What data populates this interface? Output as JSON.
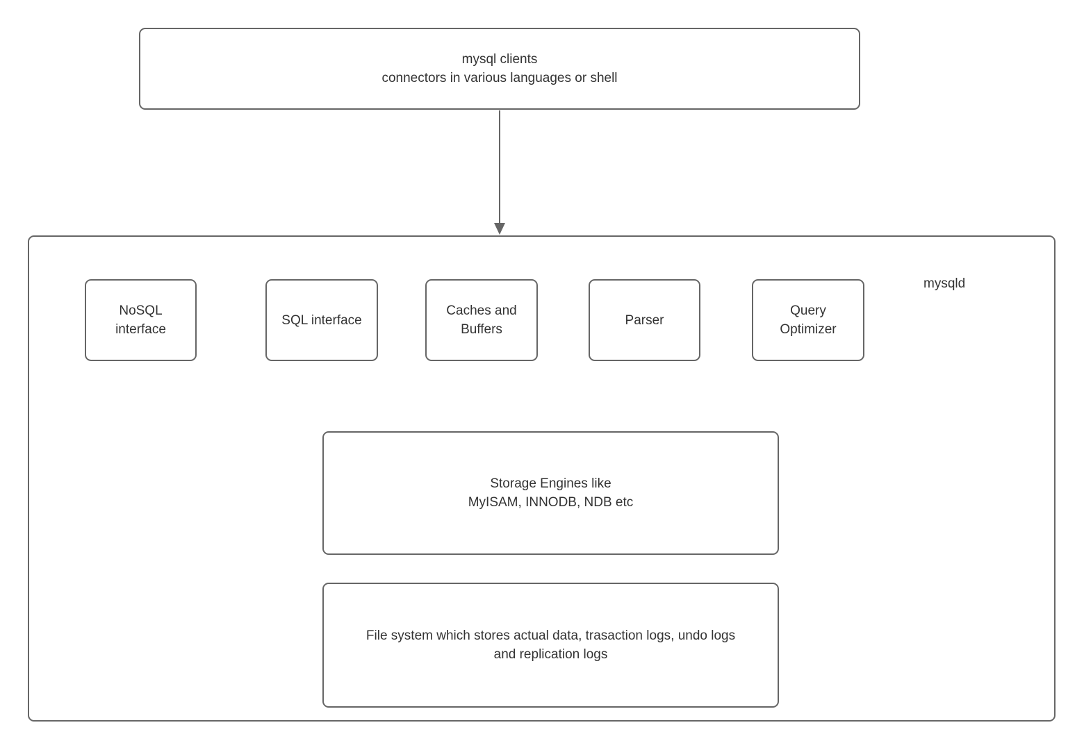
{
  "diagram": {
    "clients_box": {
      "label": "mysql clients\nconnectors in various languages or shell"
    },
    "arrow": {
      "from": "mysql clients",
      "to": "mysqld",
      "direction": "down"
    },
    "mysqld_label": "mysqld",
    "components": [
      {
        "id": "nosql-interface",
        "label": "NoSQL\ninterface"
      },
      {
        "id": "sql-interface",
        "label": "SQL interface"
      },
      {
        "id": "caches-and-buffers",
        "label": "Caches and\nBuffers"
      },
      {
        "id": "parser",
        "label": "Parser"
      },
      {
        "id": "query-optimizer",
        "label": "Query\nOptimizer"
      }
    ],
    "storage_box": {
      "label": "Storage Engines like\nMyISAM, INNODB, NDB etc"
    },
    "filesystem_box": {
      "label": "File system which stores actual data, trasaction logs, undo logs\nand replication logs"
    },
    "colors": {
      "border": "#666666",
      "text": "#333333",
      "background": "#ffffff"
    }
  }
}
